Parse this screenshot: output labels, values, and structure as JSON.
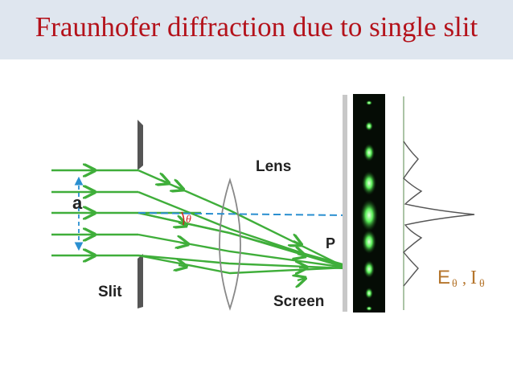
{
  "title": "Fraunhofer diffraction due to single slit",
  "labels": {
    "slit_width": "a",
    "slit": "Slit",
    "lens": "Lens",
    "angle": "θ",
    "point": "P",
    "screen": "Screen",
    "field_E": "E",
    "field_I": "I",
    "theta_sub": "θ",
    "comma": ","
  },
  "colors": {
    "title": "#b4121b",
    "title_bar": "#dfe6ef",
    "rays": "#3fae3a",
    "guide_line": "#2a8fd0",
    "angle": "#d02020",
    "label_EI": "#b5752c"
  }
}
